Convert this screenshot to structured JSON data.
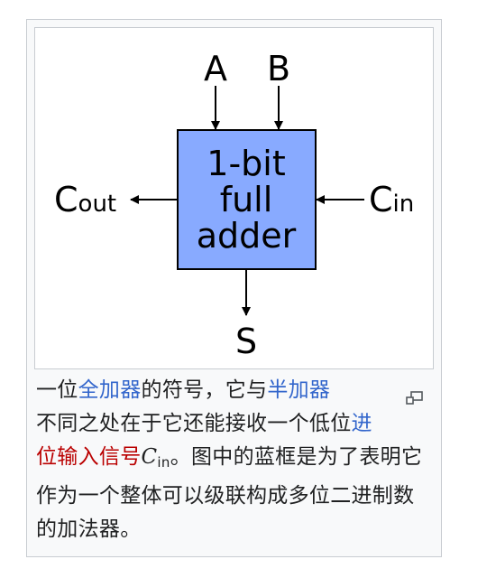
{
  "diagram": {
    "block_label_line1": "1-bit",
    "block_label_line2": "full",
    "block_label_line3": "adder",
    "input_a": "A",
    "input_b": "B",
    "output_s": "S",
    "carry_out_main": "C",
    "carry_out_sub": "out",
    "carry_in_main": "C",
    "carry_in_sub": "in",
    "colors": {
      "block_fill": "#88aaff",
      "stroke": "#000000"
    }
  },
  "caption": {
    "text_1": "一位",
    "link_full_adder": "全加器",
    "text_2": "的符号，它与",
    "link_half_adder": "半加器",
    "text_3": "不同之处在于它还能接收一个低位",
    "link_carry": "进",
    "link_carry_input": "位输入信号",
    "cin_main": "C",
    "cin_sub": "in",
    "text_4": "。图中的蓝框是为了表明它作为一个整体可以级联构成多位二进制数的加法器。"
  },
  "icons": {
    "magnify": "magnify-clip-icon"
  }
}
